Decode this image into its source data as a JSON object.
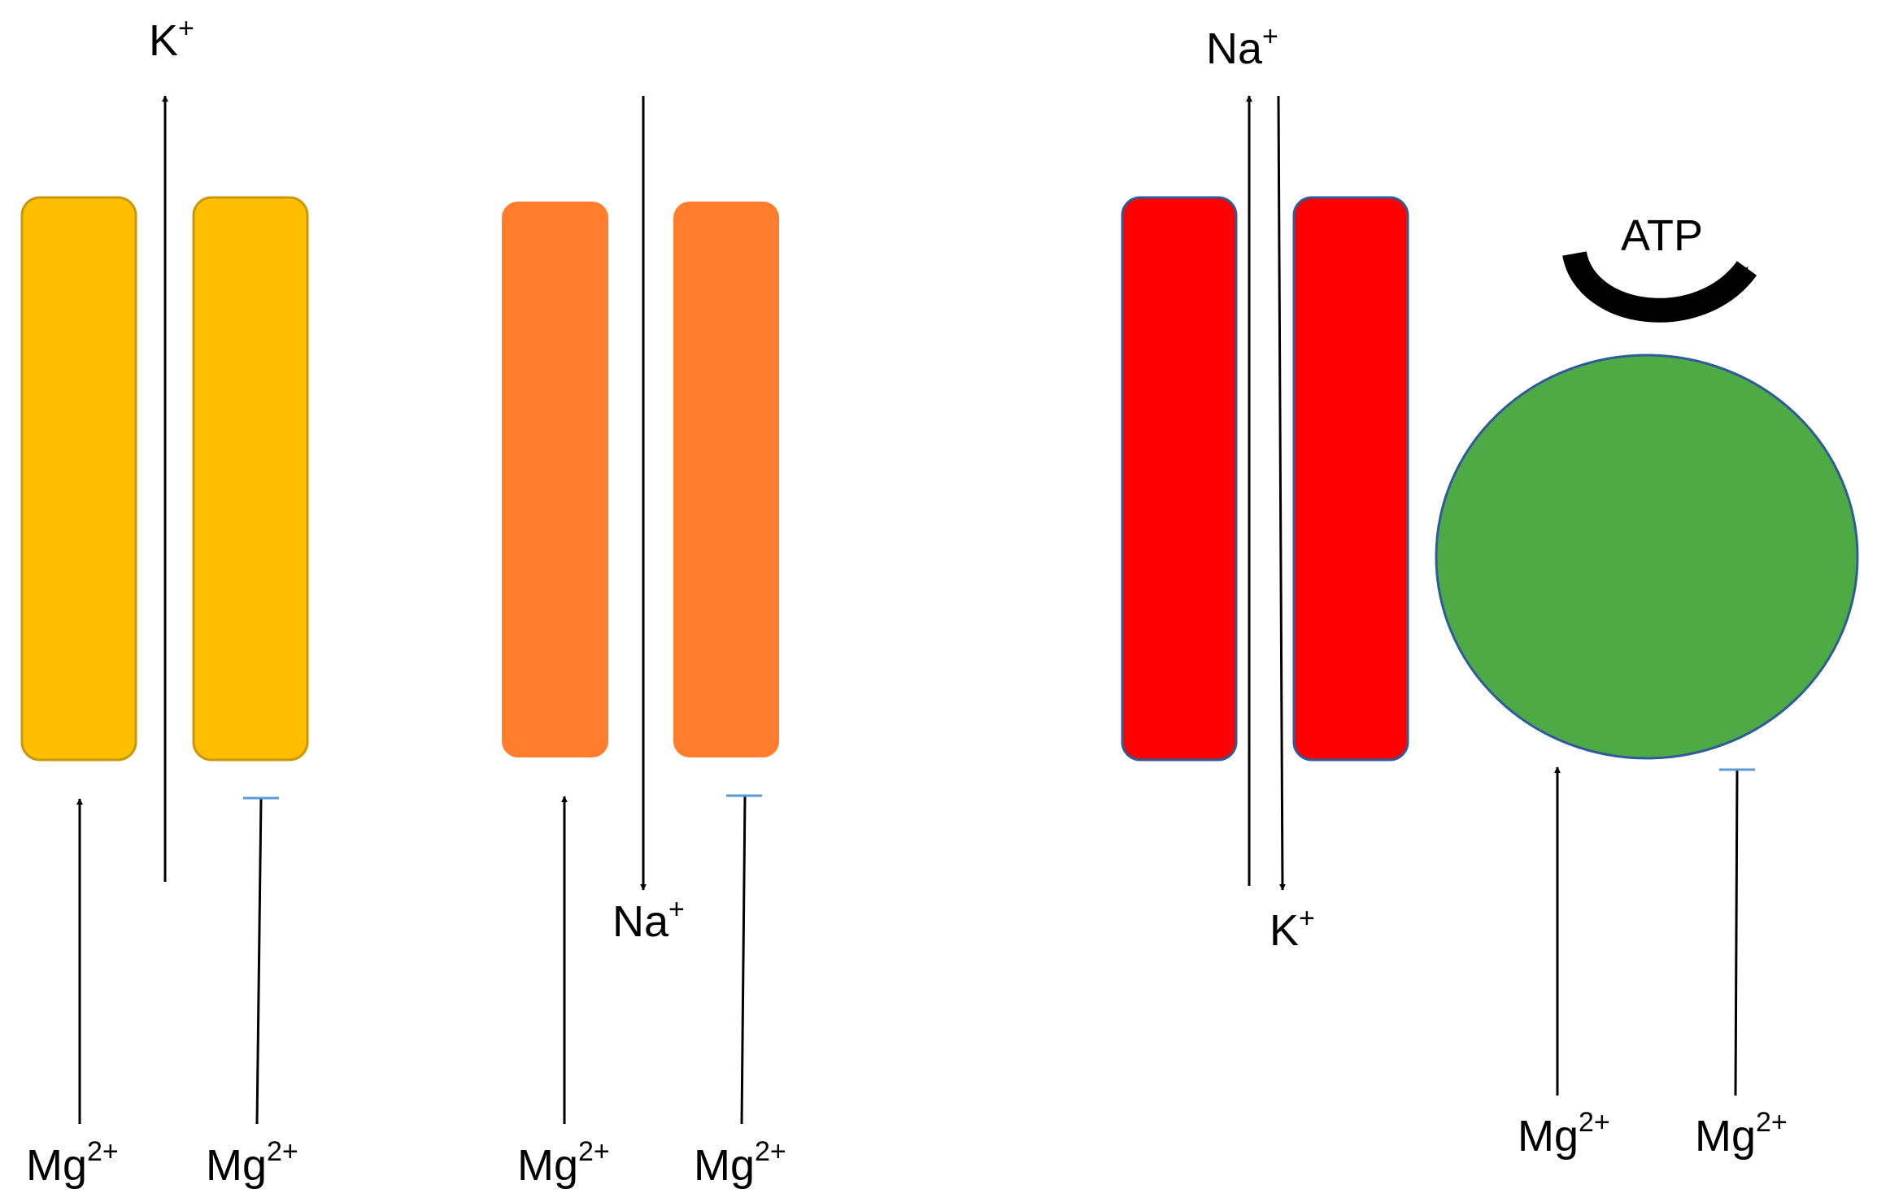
{
  "colors": {
    "k_channel": "#FFBE00",
    "k_channel_border": "#C9960C",
    "na_channel": "#FF7D2C",
    "exchanger": "#FF0000",
    "exchanger_border": "#2E5C9A",
    "pump": "#4DAA44",
    "pump_border": "#2E5C9A",
    "inhibition_bar": "#5B9BD5",
    "arrow": "#000000"
  },
  "panel_k_channel": {
    "ion": {
      "base": "K",
      "charge": "+"
    },
    "activator": {
      "base": "Mg",
      "charge": "2+"
    },
    "inhibitor": {
      "base": "Mg",
      "charge": "2+"
    }
  },
  "panel_na_channel": {
    "ion": {
      "base": "Na",
      "charge": "+"
    },
    "activator": {
      "base": "Mg",
      "charge": "2+"
    },
    "inhibitor": {
      "base": "Mg",
      "charge": "2+"
    }
  },
  "panel_exchanger": {
    "ion_out": {
      "base": "Na",
      "charge": "+"
    },
    "ion_in": {
      "base": "K",
      "charge": "+"
    }
  },
  "panel_pump": {
    "energy_label": "ATP",
    "activator": {
      "base": "Mg",
      "charge": "2+"
    },
    "inhibitor": {
      "base": "Mg",
      "charge": "2+"
    }
  }
}
